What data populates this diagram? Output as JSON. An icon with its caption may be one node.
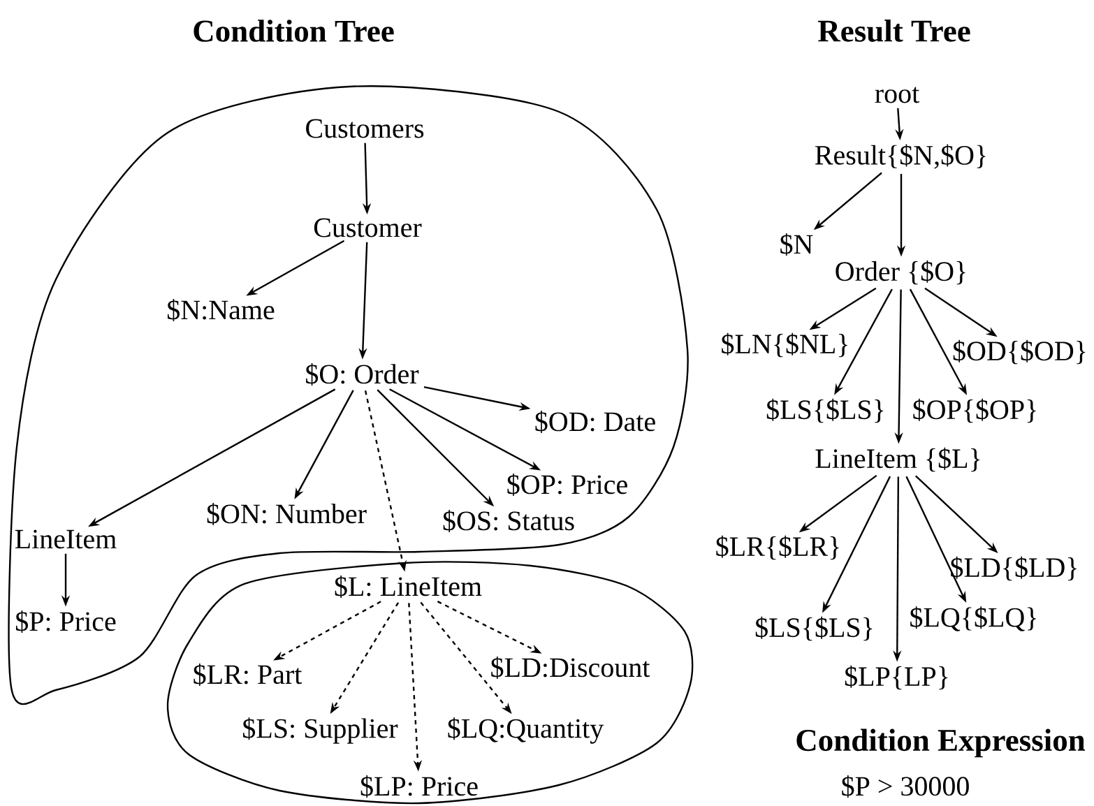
{
  "diagram": {
    "nodes": [
      {
        "text": [],
        "shape": "cloud"
      },
      {
        "text": [
          "Customers"
        ],
        "in": 0
      },
      {
        "text": [
          "Customer"
        ],
        "in": 0
      },
      {
        "text": [
          "$N:Name"
        ],
        "in": 0
      },
      {
        "text": [
          "$O: Order"
        ],
        "in": 0
      },
      {
        "text": [
          "$OD: Date"
        ],
        "in": 0
      },
      {
        "text": [
          "$OP: Price"
        ],
        "in": 0
      },
      {
        "text": [
          "$OS: Status"
        ],
        "in": 0
      },
      {
        "text": [
          "$ON: Number"
        ],
        "in": 0
      },
      {
        "text": [
          "LineItem"
        ],
        "in": 0
      },
      {
        "text": [
          "$P: Price"
        ],
        "in": 0
      },
      {
        "text": [],
        "shape": "cloud"
      },
      {
        "text": [
          "$L: LineItem"
        ],
        "in": 11
      },
      {
        "text": [
          "$LR: Part"
        ],
        "in": 11
      },
      {
        "text": [
          "$LD:Discount"
        ],
        "in": 11
      },
      {
        "text": [
          "$LS: Supplier"
        ],
        "in": 11
      },
      {
        "text": [
          "$LQ:Quantity"
        ],
        "in": 11
      },
      {
        "text": [
          "$LP: Price"
        ],
        "in": 11
      },
      {
        "text": [
          "root"
        ]
      },
      {
        "text": [
          "Result{$N,$O}"
        ]
      },
      {
        "text": [
          "$N"
        ]
      },
      {
        "text": [
          "Order {$O}"
        ]
      },
      {
        "text": [
          "$LN{$NL}"
        ]
      },
      {
        "text": [
          "$OD{$OD}"
        ]
      },
      {
        "text": [
          "$LS{$LS}"
        ]
      },
      {
        "text": [
          "$OP{$OP}"
        ]
      },
      {
        "text": [
          "LineItem {$L}"
        ]
      },
      {
        "text": [
          "$LR{$LR}"
        ]
      },
      {
        "text": [
          "$LD{$LD}"
        ]
      },
      {
        "text": [
          "$LS{$LS}"
        ]
      },
      {
        "text": [
          "$LQ{$LQ}"
        ]
      },
      {
        "text": [
          "$LP{LP}"
        ]
      }
    ],
    "edges": [
      {
        "from": 1,
        "to": 2,
        "arrow": "to"
      },
      {
        "from": 2,
        "to": 3,
        "arrow": "to"
      },
      {
        "from": 2,
        "to": 4,
        "arrow": "to"
      },
      {
        "from": 4,
        "to": 5,
        "arrow": "to"
      },
      {
        "from": 4,
        "to": 6,
        "arrow": "to"
      },
      {
        "from": 4,
        "to": 7,
        "arrow": "to"
      },
      {
        "from": 4,
        "to": 8,
        "arrow": "to"
      },
      {
        "from": 4,
        "to": 9,
        "arrow": "to"
      },
      {
        "from": 4,
        "to": 12,
        "arrow": "to",
        "style": "dashed"
      },
      {
        "from": 9,
        "to": 10,
        "arrow": "to"
      },
      {
        "from": 12,
        "to": 13,
        "arrow": "to",
        "style": "dashed"
      },
      {
        "from": 12,
        "to": 15,
        "arrow": "to",
        "style": "dashed"
      },
      {
        "from": 12,
        "to": 17,
        "arrow": "to",
        "style": "dashed"
      },
      {
        "from": 12,
        "to": 16,
        "arrow": "to",
        "style": "dashed"
      },
      {
        "from": 12,
        "to": 14,
        "arrow": "to",
        "style": "dashed"
      },
      {
        "from": 18,
        "to": 19,
        "arrow": "to"
      },
      {
        "from": 19,
        "to": 20,
        "arrow": "to"
      },
      {
        "from": 19,
        "to": 21,
        "arrow": "to"
      },
      {
        "from": 21,
        "to": 22,
        "arrow": "to"
      },
      {
        "from": 21,
        "to": 24,
        "arrow": "to"
      },
      {
        "from": 21,
        "to": 26,
        "arrow": "to"
      },
      {
        "from": 21,
        "to": 25,
        "arrow": "to"
      },
      {
        "from": 21,
        "to": 23,
        "arrow": "to"
      },
      {
        "from": 26,
        "to": 27,
        "arrow": "to"
      },
      {
        "from": 26,
        "to": 29,
        "arrow": "to"
      },
      {
        "from": 26,
        "to": 31,
        "arrow": "to"
      },
      {
        "from": 26,
        "to": 30,
        "arrow": "to"
      },
      {
        "from": 26,
        "to": 28,
        "arrow": "to"
      }
    ],
    "labels": [
      "Condition Tree",
      "Result Tree",
      "Condition Expression",
      "$P > 30000"
    ]
  }
}
